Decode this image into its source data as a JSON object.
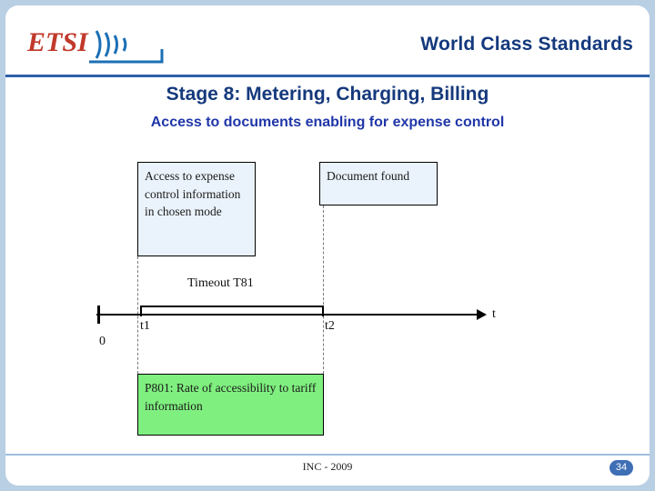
{
  "header": {
    "logo_text": "ETSI",
    "title": "World Class Standards"
  },
  "slide": {
    "title": "Stage 8: Metering, Charging, Billing",
    "subtitle": "Access to documents enabling for expense control"
  },
  "diagram": {
    "box_access": "Access to expense control information in chosen mode",
    "box_document": "Document found",
    "box_p801": "P801:  Rate of accessibility to tariff information",
    "timeout_label": "Timeout T81",
    "axis": {
      "origin_label": "0",
      "t1_label": "t1",
      "t2_label": "t2",
      "axis_label": "t"
    }
  },
  "footer": {
    "text": "INC - 2009",
    "page_number": "34"
  }
}
